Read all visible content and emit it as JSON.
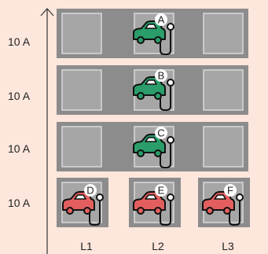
{
  "rows": [
    {
      "current": "10 A",
      "vehicles": [
        {
          "id": "A",
          "color": "#2a9d6a"
        }
      ]
    },
    {
      "current": "10 A",
      "vehicles": [
        {
          "id": "B",
          "color": "#2a9d6a"
        }
      ]
    },
    {
      "current": "10 A",
      "vehicles": [
        {
          "id": "C",
          "color": "#2a9d6a"
        }
      ]
    },
    {
      "current": "10 A",
      "vehicles": [
        {
          "id": "D",
          "color": "#e35f5f"
        },
        {
          "id": "E",
          "color": "#e35f5f"
        },
        {
          "id": "F",
          "color": "#e35f5f"
        }
      ]
    }
  ],
  "columns": [
    "L1",
    "L2",
    "L3"
  ],
  "colors": {
    "background": "#fde6dc",
    "panel": "#8c8c8c",
    "slot": "#a6a6a6",
    "slot_border": "#d9d9d9",
    "charging_car": "#2a9d6a",
    "waiting_car": "#e35f5f"
  }
}
